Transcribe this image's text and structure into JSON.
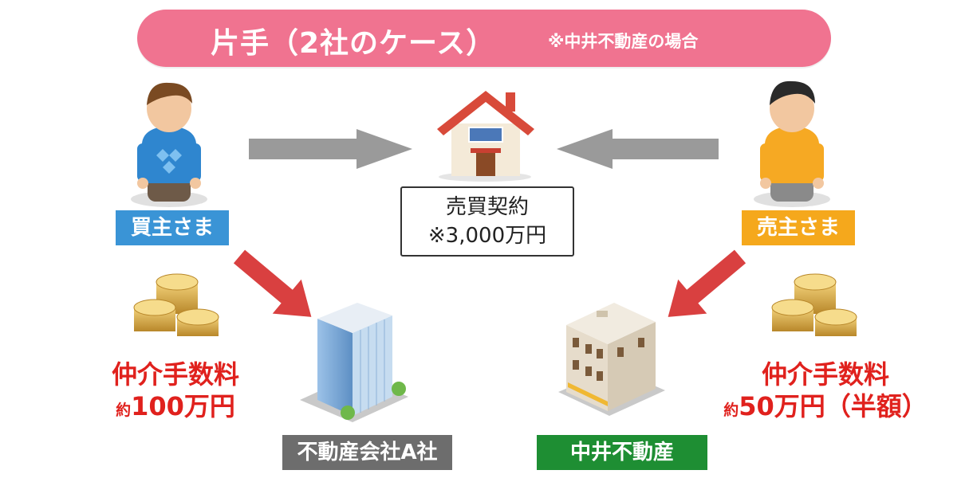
{
  "banner": {
    "title": "片手（2社のケース）",
    "note": "※中井不動産の場合"
  },
  "buyer": {
    "label": "買主さま"
  },
  "seller": {
    "label": "売主さま"
  },
  "contract": {
    "line1": "売買契約",
    "line2": "※3,000万円"
  },
  "fee_left": {
    "title": "仲介手数料",
    "prefix": "約",
    "amount": "100万円"
  },
  "fee_right": {
    "title": "仲介手数料",
    "prefix": "約",
    "amount": "50万円（半額）"
  },
  "company_a": {
    "label": "不動産会社A社"
  },
  "nakai": {
    "label": "中井不動産"
  },
  "colors": {
    "banner": "#f07390",
    "buyer": "#3a94d6",
    "seller": "#f5a81c",
    "company_a": "#6d6d6d",
    "nakai": "#1e8e33",
    "fee_text": "#e0211d",
    "arrow_gray": "#9a9a9a",
    "arrow_red": "#d94040"
  }
}
